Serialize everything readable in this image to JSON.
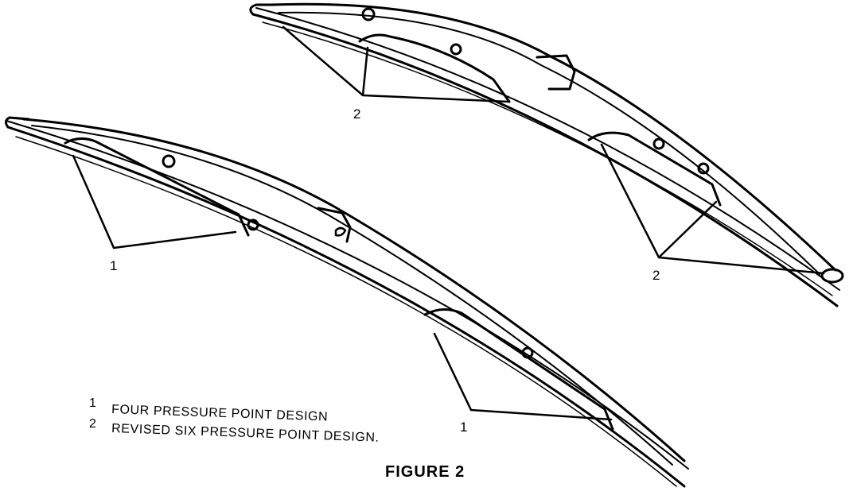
{
  "figure": {
    "title": "FIGURE 2",
    "legend": [
      {
        "number": "1",
        "text": "FOUR PRESSURE POINT DESIGN"
      },
      {
        "number": "2",
        "text": "REVISED SIX PRESSURE POINT DESIGN."
      }
    ],
    "callouts": {
      "front_left": "1",
      "front_right": "1",
      "rear_left": "2",
      "rear_right": "2"
    }
  }
}
